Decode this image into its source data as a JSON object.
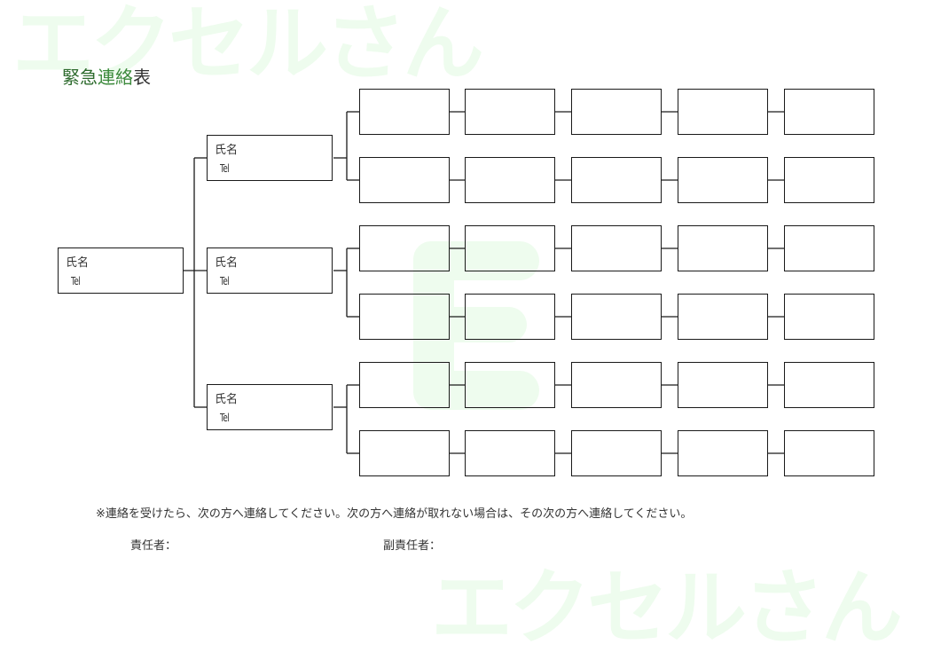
{
  "title": {
    "part1": "緊急",
    "part2": "連絡",
    "part3": "表"
  },
  "root": {
    "name_label": "氏名",
    "tel_label": "Tel"
  },
  "groups": [
    {
      "name_label": "氏名",
      "tel_label": "Tel"
    },
    {
      "name_label": "氏名",
      "tel_label": "Tel"
    },
    {
      "name_label": "氏名",
      "tel_label": "Tel"
    }
  ],
  "note": "※連絡を受けたら、次の方へ連絡してください。次の方へ連絡が取れない場合は、その次の方へ連絡してください。",
  "footer": {
    "responsible_label": "責任者：",
    "sub_responsible_label": "副責任者："
  },
  "watermark": {
    "text": "エクセルさん",
    "logo_letter": "E"
  },
  "colors": {
    "line": "#1a1a1a",
    "watermark": "#eefcee",
    "title_green": "#2e6b2e"
  },
  "grid": {
    "rows": 6,
    "columns": 5
  }
}
